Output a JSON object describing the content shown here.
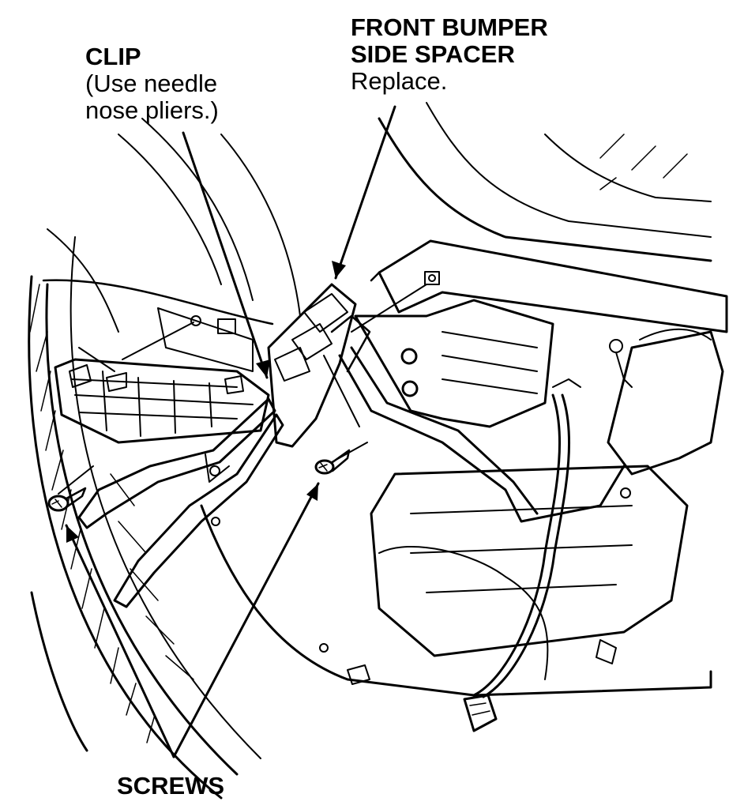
{
  "labels": {
    "clip": {
      "title": "CLIP",
      "note_line1": "(Use needle",
      "note_line2": "nose pliers.)"
    },
    "spacer": {
      "title_line1": "FRONT BUMPER",
      "title_line2": "SIDE SPACER",
      "note": "Replace."
    },
    "screws": {
      "title": "SCREWS"
    }
  },
  "colors": {
    "ink": "#000000",
    "paper": "#ffffff"
  }
}
